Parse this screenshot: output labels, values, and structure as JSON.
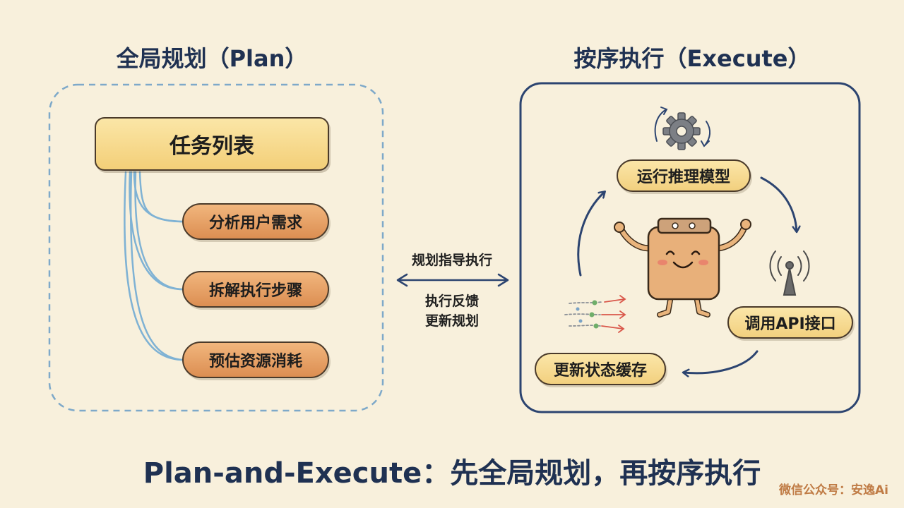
{
  "left_panel": {
    "title": "全局规划（Plan）",
    "task_list": "任务列表",
    "subtasks": [
      "分析用户需求",
      "拆解执行步骤",
      "预估资源消耗"
    ]
  },
  "middle": {
    "top_label": "规划指导执行",
    "bottom_label_line1": "执行反馈",
    "bottom_label_line2": "更新规划"
  },
  "right_panel": {
    "title": "按序执行（Execute）",
    "steps": [
      "运行推理模型",
      "调用API接口",
      "更新状态缓存"
    ]
  },
  "bottom_title": "Plan-and-Execute：先全局规划，再按序执行",
  "watermark": "微信公众号：安逸Ai",
  "colors": {
    "background": "#f8f0dc",
    "title": "#1f3152",
    "plan_border": "#7ea9c9",
    "execute_border": "#2c4470",
    "task_fill": "#f3cf78",
    "subtask_fill": "#dc8e52",
    "connector": "#7fb2d4"
  },
  "icons": [
    "gear-icon",
    "robot-mascot",
    "antenna-icon",
    "data-flow-icon"
  ]
}
